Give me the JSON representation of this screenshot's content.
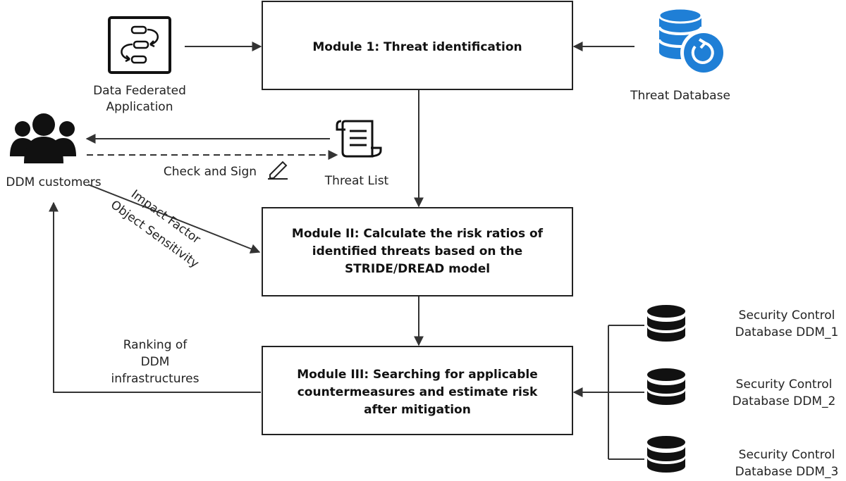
{
  "modules": {
    "m1": {
      "line1": "Module 1: Threat identification"
    },
    "m2": {
      "line1": "Module II: Calculate the risk ratios of",
      "line2": "identified threats based on the",
      "line3": "STRIDE/DREAD model"
    },
    "m3": {
      "line1": "Module III: Searching for applicable",
      "line2": "countermeasures  and estimate risk",
      "line3": "after mitigation"
    }
  },
  "nodes": {
    "app": {
      "line1": "Data Federated",
      "line2": "Application",
      "icon": "workflow-app-icon"
    },
    "threat_db": {
      "label": "Threat Database",
      "icon": "database-sync-icon",
      "color": "#1f7fd6"
    },
    "customers": {
      "label": "DDM customers",
      "icon": "users-group-icon"
    },
    "threat_list": {
      "label": "Threat List",
      "icon": "document-list-icon"
    },
    "sc_db": [
      {
        "line1": "Security Control",
        "line2": "Database DDM_1"
      },
      {
        "line1": "Security Control",
        "line2": "Database DDM_2"
      },
      {
        "line1": "Security Control",
        "line2": "Database DDM_3"
      }
    ]
  },
  "edges": {
    "check_sign": "Check and Sign",
    "impact_factor": "Impact Factor",
    "object_sensitivity": "Object Sensitivity",
    "ranking": {
      "line1": "Ranking of",
      "line2": "DDM",
      "line3": "infrastructures"
    }
  }
}
